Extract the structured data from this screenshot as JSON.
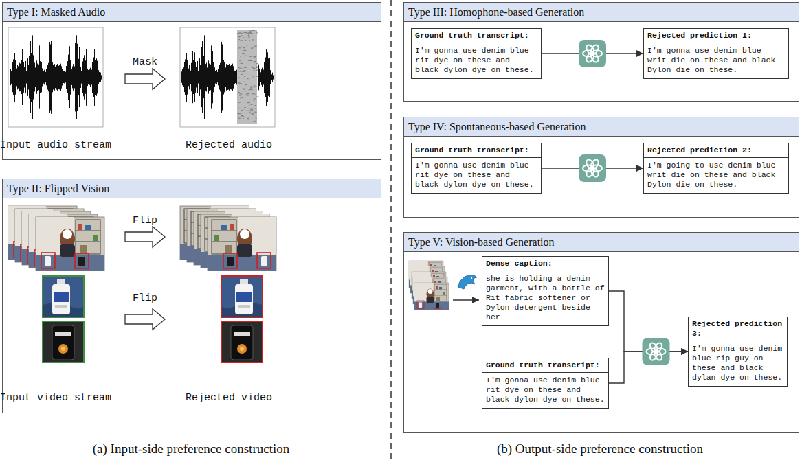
{
  "diagram": {
    "nodes": [
      {
        "text": [
          "Type I: Masked Audio",
          "Mask",
          "Input audio stream",
          "Rejected audio"
        ]
      },
      {
        "text": [
          "Type II: Flipped Vision",
          "Flip",
          "Flip",
          "Input video stream",
          "Rejected video"
        ]
      },
      {
        "text": [
          "Type III: Homophone-based Generation"
        ]
      },
      {
        "text": [
          "Ground truth transcript:",
          "I'm gonna use denim blue rit dye on these and black dylon dye on these."
        ],
        "in": 2
      },
      {
        "text": [
          "Rejected prediction 1:",
          "I'm gonna use denim blue writ die on these and black Dylon die on these."
        ],
        "in": 2
      },
      {
        "text": [
          "Type IV: Spontaneous-based Generation"
        ]
      },
      {
        "text": [
          "Ground truth transcript:",
          "I'm gonna use denim blue rit dye on these and black dylon dye on these."
        ],
        "in": 5
      },
      {
        "text": [
          "Rejected prediction 2:",
          "I'm going to use denim blue writ die on these and black Dylon die on these."
        ],
        "in": 5
      },
      {
        "text": [
          "Type V: Vision-based Generation"
        ]
      },
      {
        "text": [
          "Dense caption:",
          "she is holding a denim garment, with a bottle of Rit fabric softener or Dylon detergent beside her"
        ],
        "in": 8
      },
      {
        "text": [
          "Ground truth transcript:",
          "I'm gonna use denim blue rit dye on these and black dylon dye on these."
        ],
        "in": 8
      },
      {
        "text": [
          "Rejected prediction 3:",
          "I'm gonna use denim blue rip guy on these and black dylan dye on these."
        ],
        "in": 8
      }
    ],
    "edges": [
      {
        "from": 3,
        "to": 4,
        "arrow": "to"
      },
      {
        "from": 6,
        "to": 7,
        "arrow": "to"
      },
      {
        "from": 9,
        "to": 11,
        "arrow": "to"
      },
      {
        "from": 10,
        "to": 11,
        "arrow": "to"
      }
    ],
    "labels": [
      "(a) Input-side preference construction",
      "(b) Output-side preference construction"
    ]
  }
}
